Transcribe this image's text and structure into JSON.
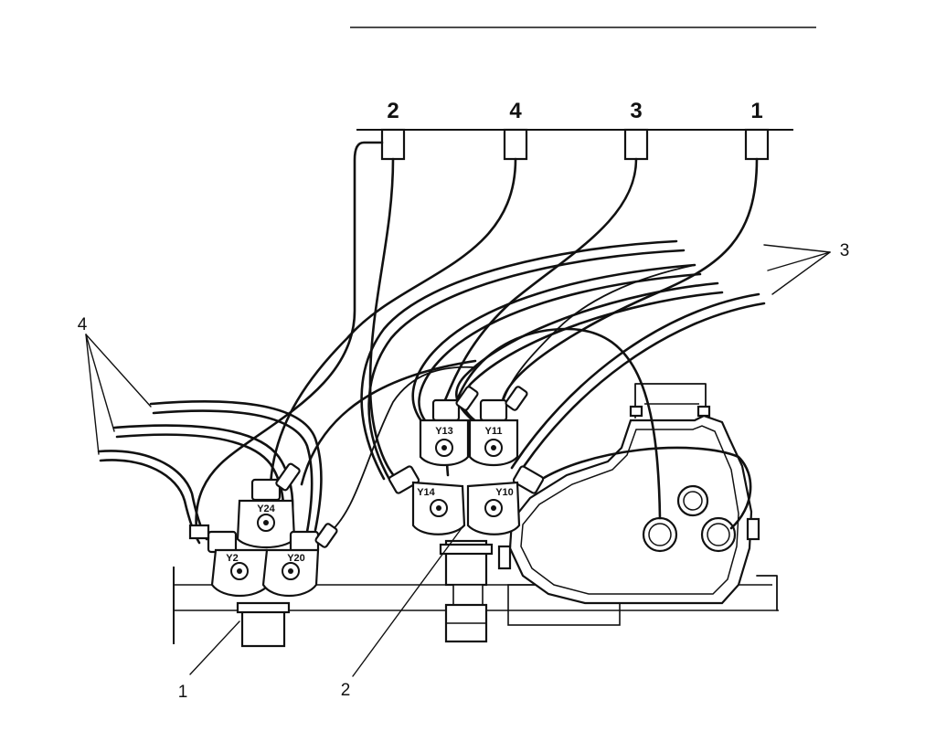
{
  "port_labels": {
    "port_a": "2",
    "port_b": "4",
    "port_c": "3",
    "port_d": "1"
  },
  "callouts": {
    "lines_3": "3",
    "lines_4": "4",
    "item_1": "1",
    "item_2": "2"
  },
  "valve_labels": {
    "y24": "Y24",
    "y2": "Y2",
    "y20": "Y20",
    "y13": "Y13",
    "y11": "Y11",
    "y14": "Y14",
    "y10": "Y10"
  }
}
